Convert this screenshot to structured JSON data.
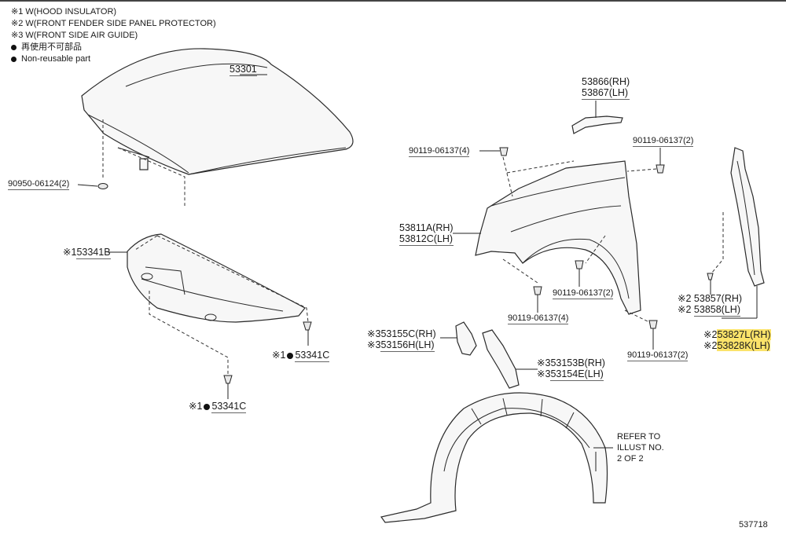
{
  "notes": {
    "line1": "※1 W(HOOD INSULATOR)",
    "line2": "※2 W(FRONT FENDER SIDE PANEL PROTECTOR)",
    "line3": "※3 W(FRONT SIDE AIR GUIDE)",
    "line4": "再使用不可部品",
    "line5": "Non-reusable part"
  },
  "labels": {
    "hood": "53301",
    "hood_clip": "90950-06124(2)",
    "insulator_prefix": "※1",
    "insulator": "53341B",
    "clip_c1_prefix": "※1",
    "clip_c1": "53341C",
    "clip_c2_prefix": "※1",
    "clip_c2": "53341C",
    "bracket_rh": "53866(RH)",
    "bracket_lh": "53867(LH)",
    "bolt_top_left": "90119-06137(4)",
    "bolt_top_right": "90119-06137(2)",
    "fender_rh": "53811A(RH)",
    "fender_lh": "53812C(LH)",
    "bolt_mid": "90119-06137(2)",
    "bolt_bottom_left": "90119-06137(4)",
    "bolt_bottom_right": "90119-06137(2)",
    "seal_rh_prefix": "※2",
    "seal_rh": "53857(RH)",
    "seal_lh_prefix": "※2",
    "seal_lh": "53858(LH)",
    "protector_rh_prefix": "※2",
    "protector_rh": "53827L(RH)",
    "protector_lh_prefix": "※2",
    "protector_lh": "53828K(LH)",
    "guide_a_rh_prefix": "※3",
    "guide_a_rh": "53155C(RH)",
    "guide_a_lh_prefix": "※3",
    "guide_a_lh": "53156H(LH)",
    "guide_b_rh_prefix": "※3",
    "guide_b_rh": "53153B(RH)",
    "guide_b_lh_prefix": "※3",
    "guide_b_lh": "53154E(LH)",
    "refer_1": "REFER TO",
    "refer_2": "ILLUST NO.",
    "refer_3": "2 OF 2",
    "illust_no": "537718"
  },
  "colors": {
    "highlight": "#fbe36a"
  }
}
